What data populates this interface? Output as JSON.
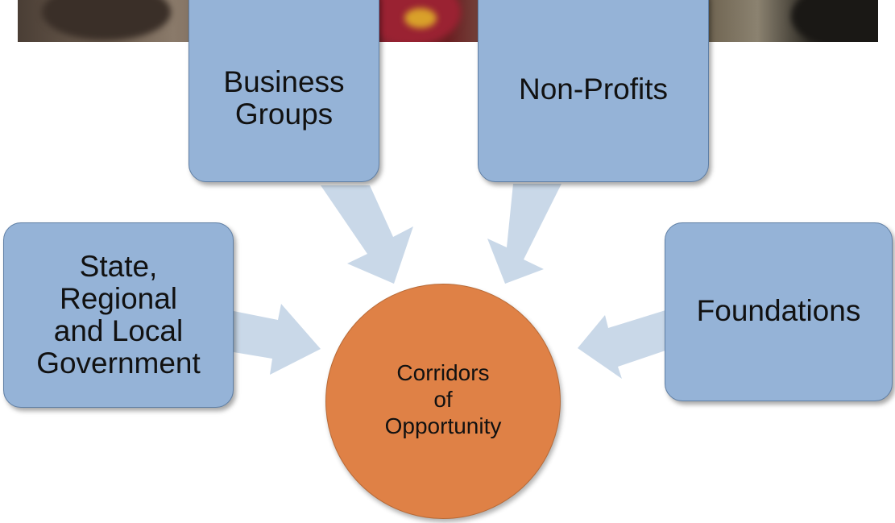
{
  "photo": {
    "description_icon": "photo-strip"
  },
  "nodes": {
    "business": "Business\nGroups",
    "nonprofits": "Non-Profits",
    "government": "State,\nRegional\nand Local\nGovernment",
    "foundations": "Foundations",
    "center": "Corridors\nof\nOpportunity"
  },
  "colors": {
    "box_fill": "#95b3d7",
    "box_border": "#5f7fa5",
    "arrow_fill": "#c9d8e8",
    "center_fill": "#df8146"
  }
}
